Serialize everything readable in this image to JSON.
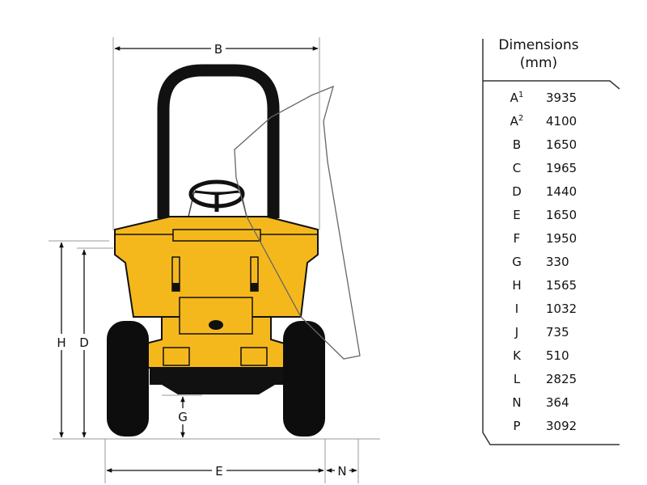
{
  "diagram": {
    "labels": {
      "B": "B",
      "H": "H",
      "D": "D",
      "G": "G",
      "E": "E",
      "N": "N"
    },
    "colors": {
      "body": "#f5b81c",
      "outline": "#111111",
      "tyre": "#0d0d0d",
      "skip_outline": "#666666"
    }
  },
  "spec_table": {
    "title_line1": "Dimensions",
    "title_line2": "(mm)",
    "rows": [
      {
        "key": "A",
        "sup": "1",
        "value": "3935"
      },
      {
        "key": "A",
        "sup": "2",
        "value": "4100"
      },
      {
        "key": "B",
        "sup": "",
        "value": "1650"
      },
      {
        "key": "C",
        "sup": "",
        "value": "1965"
      },
      {
        "key": "D",
        "sup": "",
        "value": "1440"
      },
      {
        "key": "E",
        "sup": "",
        "value": "1650"
      },
      {
        "key": "F",
        "sup": "",
        "value": "1950"
      },
      {
        "key": "G",
        "sup": "",
        "value": "330"
      },
      {
        "key": "H",
        "sup": "",
        "value": "1565"
      },
      {
        "key": "I",
        "sup": "",
        "value": "1032"
      },
      {
        "key": "J",
        "sup": "",
        "value": "735"
      },
      {
        "key": "K",
        "sup": "",
        "value": "510"
      },
      {
        "key": "L",
        "sup": "",
        "value": "2825"
      },
      {
        "key": "N",
        "sup": "",
        "value": "364"
      },
      {
        "key": "P",
        "sup": "",
        "value": "3092"
      }
    ]
  }
}
